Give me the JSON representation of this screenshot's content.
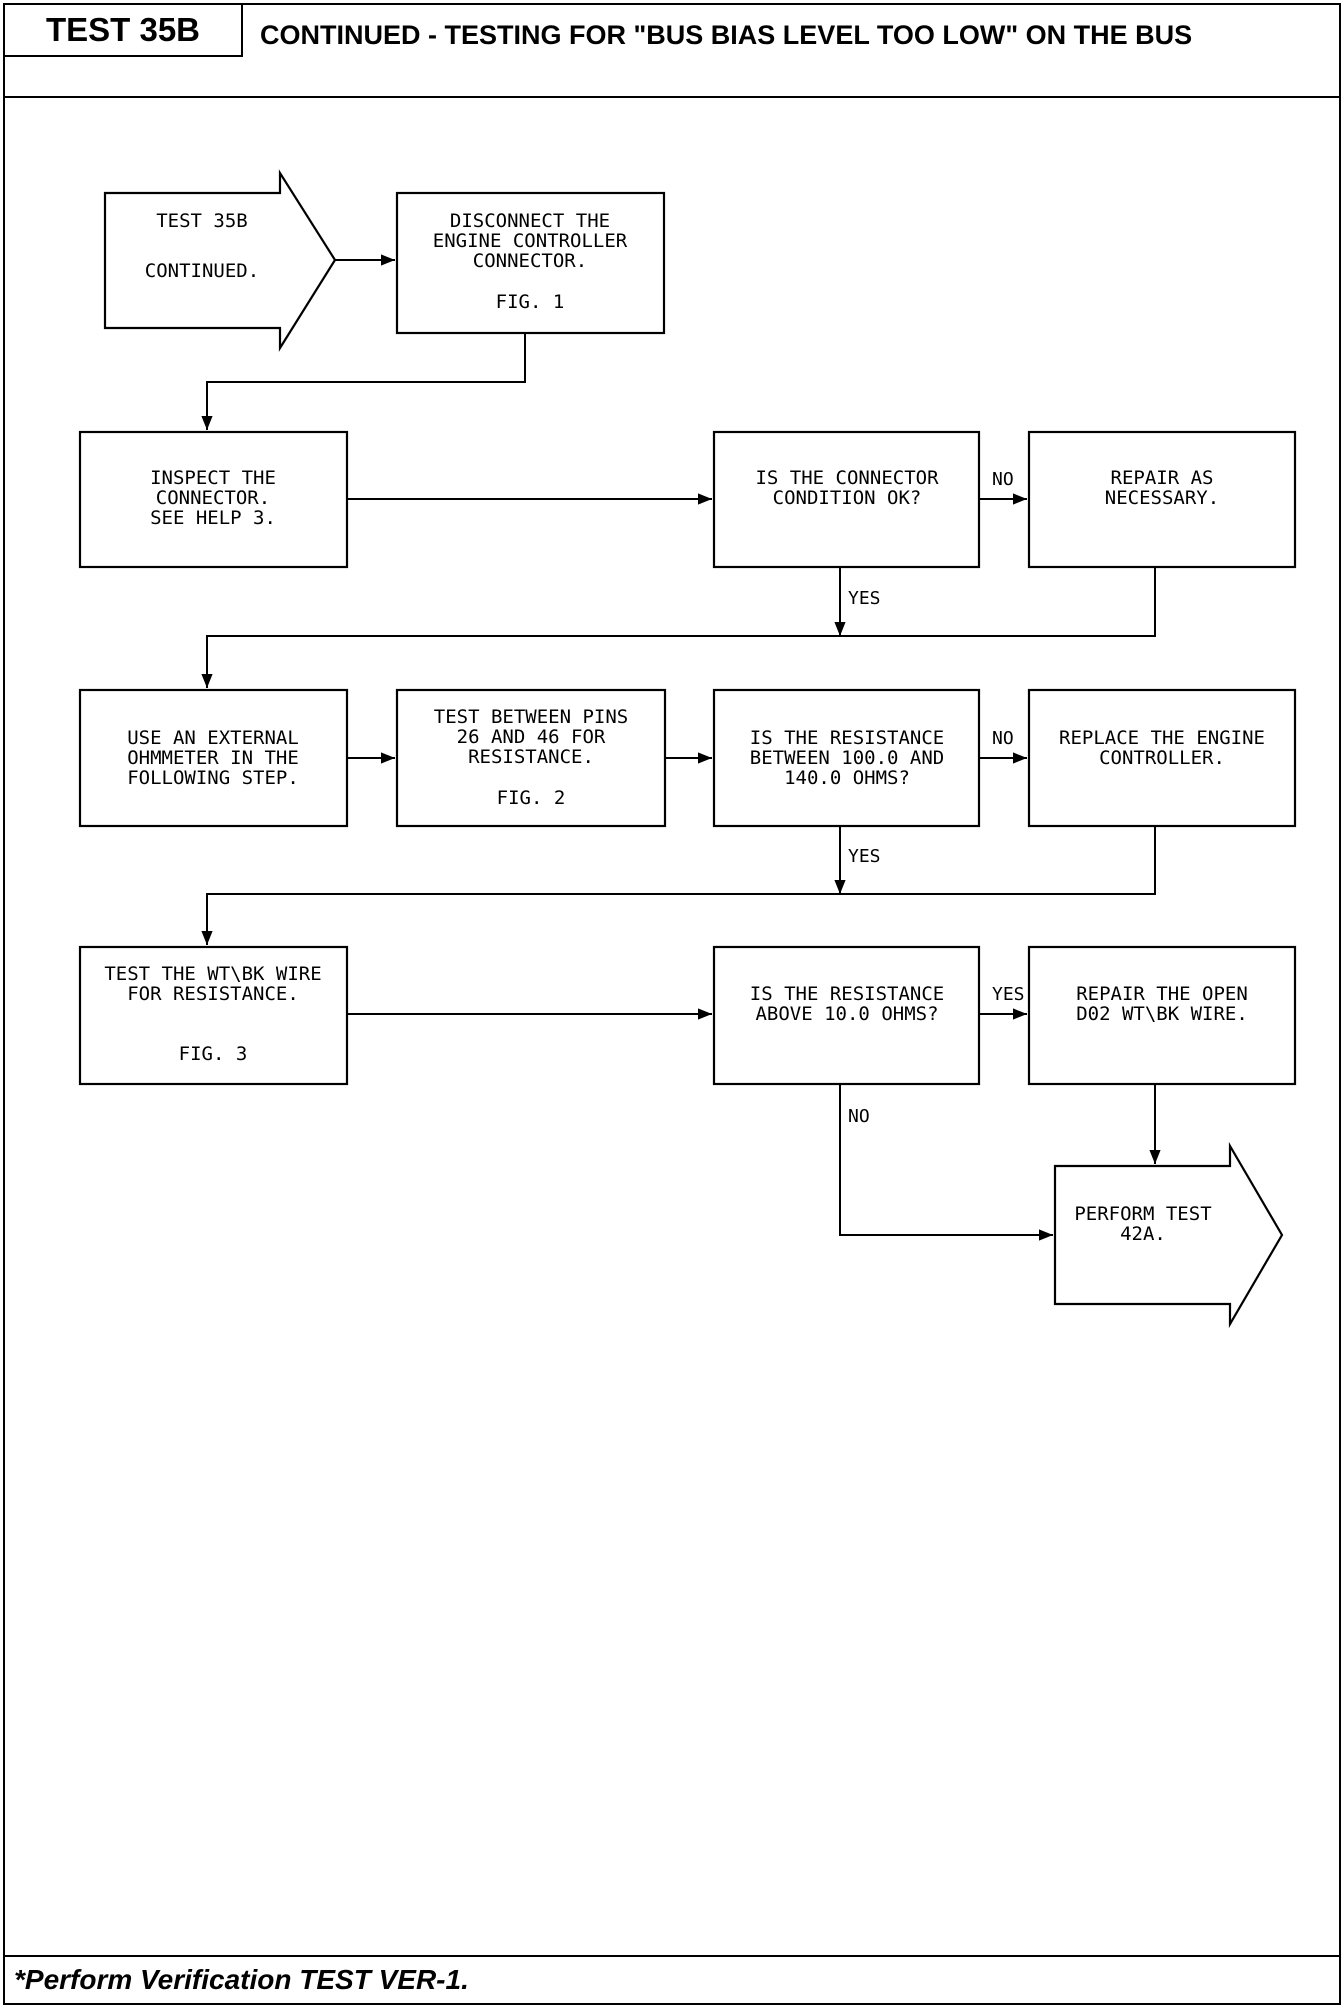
{
  "header": {
    "test_id": "TEST 35B",
    "title": "CONTINUED - TESTING FOR \"BUS BIAS LEVEL TOO LOW\" ON THE BUS"
  },
  "footer": {
    "note": "*Perform Verification TEST VER-1."
  },
  "flowchart": {
    "start": [
      "TEST 35B",
      "CONTINUED."
    ],
    "disconnect": [
      "DISCONNECT THE",
      "ENGINE CONTROLLER",
      "CONNECTOR.",
      "FIG. 1"
    ],
    "inspect": [
      "INSPECT THE",
      "CONNECTOR.",
      "SEE HELP 3."
    ],
    "q_condition": [
      "IS THE CONNECTOR",
      "CONDITION OK?"
    ],
    "repair": [
      "REPAIR AS",
      "NECESSARY."
    ],
    "ohmmeter": [
      "USE AN EXTERNAL",
      "OHMMETER IN THE",
      "FOLLOWING STEP."
    ],
    "test_pins": [
      "TEST BETWEEN PINS",
      "26 AND 46 FOR",
      "RESISTANCE.",
      "FIG. 2"
    ],
    "q_resistance": [
      "IS THE RESISTANCE",
      "BETWEEN 100.0 AND",
      "140.0 OHMS?"
    ],
    "replace": [
      "REPLACE THE ENGINE",
      "CONTROLLER."
    ],
    "test_wire": [
      "TEST THE WT\\BK WIRE",
      "FOR RESISTANCE.",
      "FIG. 3"
    ],
    "q_above": [
      "IS THE RESISTANCE",
      "ABOVE 10.0 OHMS?"
    ],
    "repair_open": [
      "REPAIR THE OPEN",
      "D02 WT\\BK WIRE."
    ],
    "perform": [
      "PERFORM TEST",
      "42A."
    ],
    "labels": {
      "no1": "NO",
      "yes1": "YES",
      "no2": "NO",
      "yes2": "YES",
      "yes3": "YES",
      "no3": "NO"
    }
  }
}
